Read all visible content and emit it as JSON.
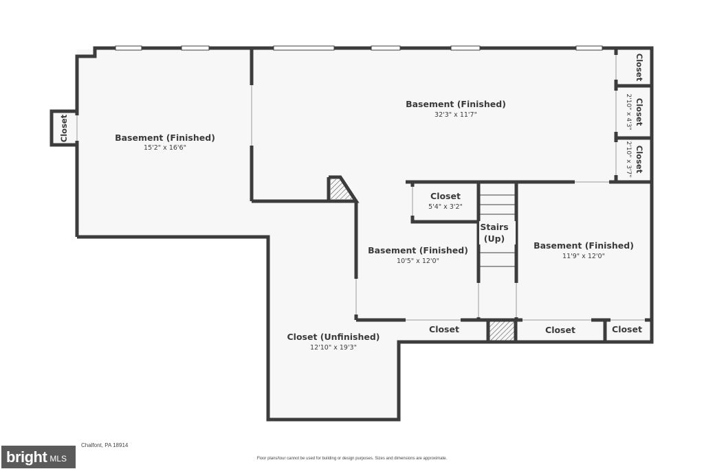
{
  "rooms": {
    "basement_left": {
      "name": "Basement (Finished)",
      "dims": "15'2\" x 16'6\""
    },
    "basement_top": {
      "name": "Basement (Finished)",
      "dims": "32'3\" x 11'7\""
    },
    "basement_center": {
      "name": "Basement (Finished)",
      "dims": "10'5\" x 12'0\""
    },
    "basement_right": {
      "name": "Basement (Finished)",
      "dims": "11'9\" x 12'0\""
    },
    "closet_unfinished": {
      "name": "Closet (Unfinished)",
      "dims": "12'10\" x 19'3\""
    },
    "closet_small": {
      "name": "Closet",
      "dims": "5'4\" x 3'2\""
    },
    "closet_left_side": {
      "name": "Closet"
    },
    "closet_top_right": {
      "name": "Closet"
    },
    "closet_right_mid": {
      "name": "Closet",
      "dims": "2'10\" x 4'3\""
    },
    "closet_right_low": {
      "name": "Closet",
      "dims": "2'10\" x 3'7\""
    },
    "closet_bottom_1": {
      "name": "Closet"
    },
    "closet_bottom_2": {
      "name": "Closet"
    },
    "closet_bottom_3": {
      "name": "Closet"
    },
    "stairs": {
      "line1": "Stairs",
      "line2": "(Up)"
    }
  },
  "footer": {
    "address": "Chalfont, PA 18914",
    "disclaimer": "Floor plans/tour cannot be used for building or design purposes. Sizes and dimensions are approximate.",
    "logo_text": "bright",
    "logo_suffix": "MLS"
  },
  "colors": {
    "wall": "#3c3c3c",
    "floor": "#f7f7f7",
    "window": "#ffffff"
  }
}
